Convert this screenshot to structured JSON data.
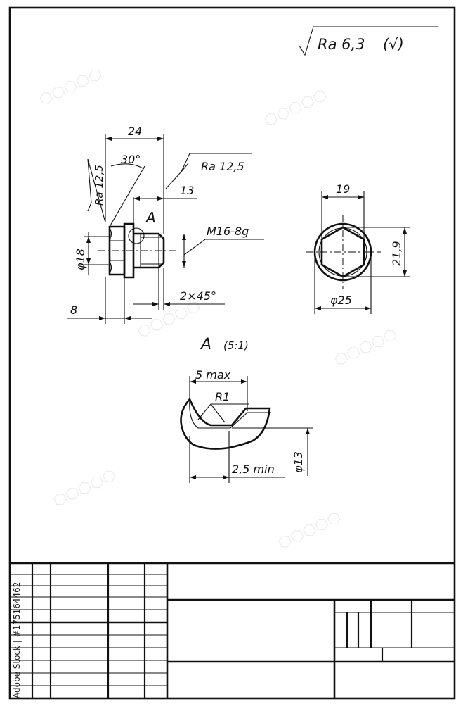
{
  "drawing": {
    "roughness_general": "Ra 6,3",
    "roughness_general_suffix": "(√)",
    "front_view": {
      "length_total": "24",
      "chamfer_angle": "30°",
      "roughness_left": "Ra 12,5",
      "roughness_right": "Ra 12,5",
      "thread_length": "13",
      "thread": "M16-8g",
      "diameter": "φ18",
      "chamfer": "2×45°",
      "head_length": "8",
      "detail_ref": "A"
    },
    "side_view": {
      "across_flats": "19",
      "across_corners": "21,9",
      "collar_diameter": "φ25"
    },
    "detail": {
      "label": "A",
      "scale": "(5:1)",
      "width_max": "5 max",
      "radius": "R1",
      "depth_min": "2,5 min",
      "diameter": "φ13"
    }
  },
  "stock_id": "Adobe Stock | #175164462"
}
